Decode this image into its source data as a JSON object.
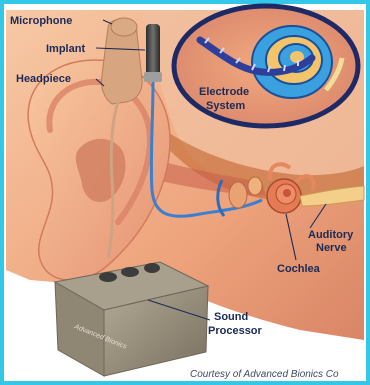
{
  "labels": {
    "microphone": "Microphone",
    "implant": "Implant",
    "headpiece": "Headpiece",
    "electrode_line1": "Electrode",
    "electrode_line2": "System",
    "auditory_line1": "Auditory",
    "auditory_line2": "Nerve",
    "cochlea": "Cochlea",
    "sound_line1": "Sound",
    "sound_line2": "Processor"
  },
  "processor_brand": "Advanced Bionics",
  "credit": "Courtesy of Advanced Bionics Co",
  "colors": {
    "frame": "#33c7e8",
    "skin": "#f3b58e",
    "skin_shadow": "#d98a66",
    "inset_ring": "#1d2a66",
    "processor": "#8f8674",
    "label": "#1b2a57"
  }
}
